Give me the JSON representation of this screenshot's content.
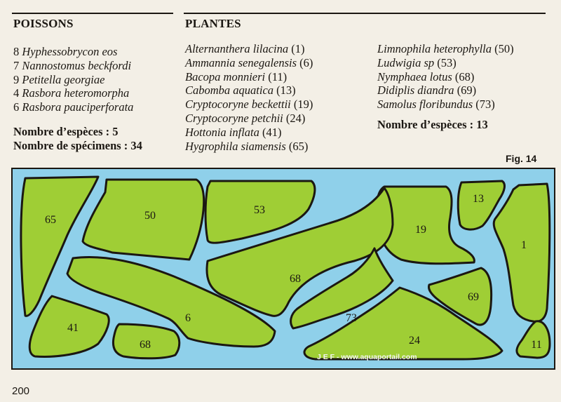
{
  "poissons": {
    "heading": "POISSONS",
    "items": [
      {
        "qty": "8",
        "name": "Hyphessobrycon  eos"
      },
      {
        "qty": "7",
        "name": "Nannostomus beckfordi"
      },
      {
        "qty": "9",
        "name": "Petitella georgiae"
      },
      {
        "qty": "4",
        "name": "Rasbora heteromorpha"
      },
      {
        "qty": "6",
        "name": "Rasbora pauciperforata"
      }
    ],
    "species_count": "Nombre d’espèces : 5",
    "specimen_count": "Nombre de spécimens : 34"
  },
  "plantes": {
    "heading": "PLANTES",
    "col1": [
      {
        "name": "Alternanthera lilacina",
        "num": "(1)"
      },
      {
        "name": "Ammannia senegalensis",
        "num": "(6)"
      },
      {
        "name": "Bacopa monnieri",
        "num": "(11)"
      },
      {
        "name": "Cabomba aquatica",
        "num": "(13)"
      },
      {
        "name": "Cryptocoryne beckettii",
        "num": "(19)"
      },
      {
        "name": "Cryptocoryne petchii",
        "num": "(24)"
      },
      {
        "name": "Hottonia inflata",
        "num": "(41)"
      },
      {
        "name": "Hygrophila siamensis",
        "num": "(65)"
      }
    ],
    "col2": [
      {
        "name": "Limnophila heterophylla",
        "num": "(50)"
      },
      {
        "name": "Ludwigia sp",
        "num": "(53)"
      },
      {
        "name": "Nymphaea lotus",
        "num": "(68)"
      },
      {
        "name": "Didiplis diandra",
        "num": "(69)"
      },
      {
        "name": "Samolus floribundus",
        "num": "(73)"
      }
    ],
    "species_count": "Nombre d’espèces : 13"
  },
  "figure": {
    "label": "Fig. 14",
    "credit": "J E F  -  www.aquaportail.com",
    "water_color": "#8fd0ea",
    "plant_color": "#9fce35",
    "outline_color": "#1b1712",
    "zones": [
      {
        "id": "65",
        "label": "65"
      },
      {
        "id": "50",
        "label": "50"
      },
      {
        "id": "53",
        "label": "53"
      },
      {
        "id": "19",
        "label": "19"
      },
      {
        "id": "13",
        "label": "13"
      },
      {
        "id": "1",
        "label": "1"
      },
      {
        "id": "6",
        "label": "6"
      },
      {
        "id": "68a",
        "label": "68"
      },
      {
        "id": "73",
        "label": "73"
      },
      {
        "id": "69",
        "label": "69"
      },
      {
        "id": "41",
        "label": "41"
      },
      {
        "id": "68b",
        "label": "68"
      },
      {
        "id": "24",
        "label": "24"
      },
      {
        "id": "11",
        "label": "11"
      }
    ]
  },
  "page_number": "200"
}
